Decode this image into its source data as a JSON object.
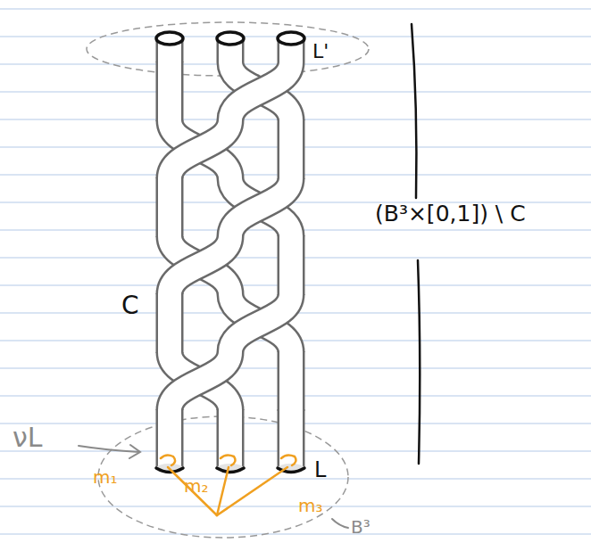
{
  "diagram": {
    "labels": [
      "L'",
      "(B³×[0,1]) \\ C",
      "C",
      "νL",
      "m₁",
      "m₂",
      "m₃",
      "L",
      "B³"
    ]
  }
}
